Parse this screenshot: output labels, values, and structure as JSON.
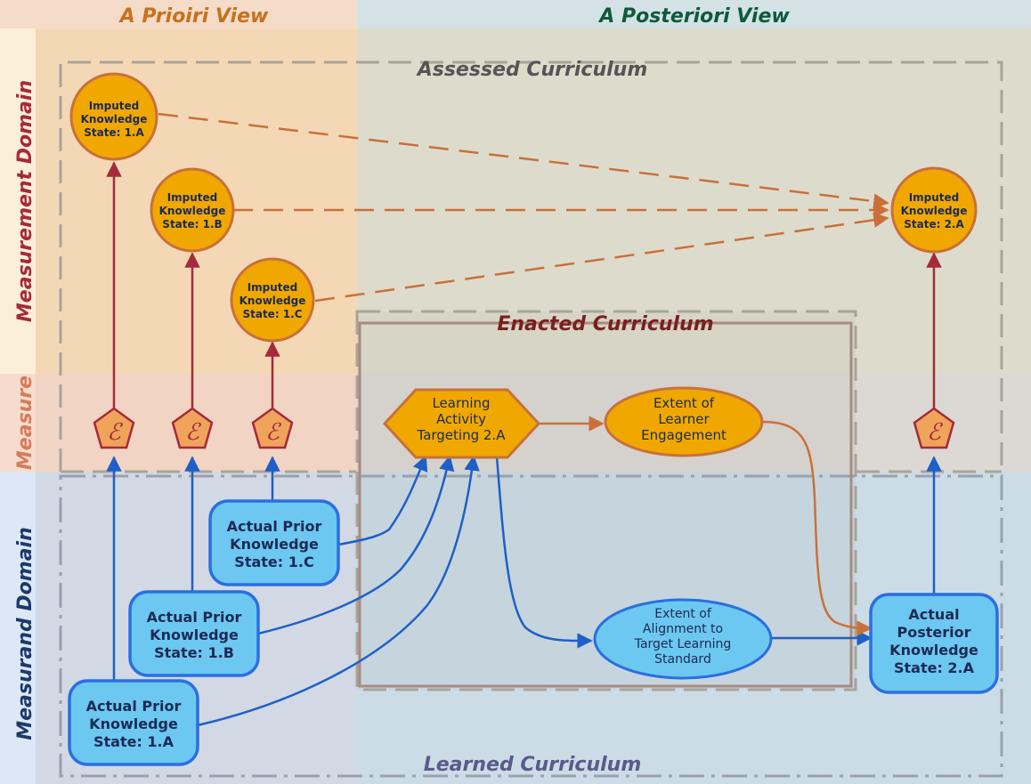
{
  "colors": {
    "apriori_bg": "#f5dcc8",
    "aposteriori_bg": "#d4e2e6",
    "measurement_band": "#f3d6a8",
    "measure_band": "#efcfc0",
    "measurand_band": "#c5d8ee",
    "orange_node": "#f0a800",
    "orange_border": "#c9703a",
    "blue_node": "#6cc8f0",
    "blue_border": "#2a6fe0",
    "red_arrow": "#a52a3a",
    "dashed_arrow": "#c9703a",
    "blue_arrow": "#1e5fc8",
    "pentagon_fill": "#f0a35a"
  },
  "headers": {
    "apriori": "A Prioiri View",
    "aposteriori": "A Posteriori View"
  },
  "side_labels": {
    "measurement": "Measurement Domain",
    "measure": "Measure",
    "measurand": "Measurand Domain"
  },
  "regions": {
    "assessed": "Assessed Curriculum",
    "enacted": "Enacted Curriculum",
    "learned": "Learned Curriculum"
  },
  "imputed": {
    "a1": [
      "Imputed",
      "Knowledge",
      "State: 1.A"
    ],
    "b1": [
      "Imputed",
      "Knowledge",
      "State: 1.B"
    ],
    "c1": [
      "Imputed",
      "Knowledge",
      "State: 1.C"
    ],
    "a2": [
      "Imputed",
      "Knowledge",
      "State: 2.A"
    ]
  },
  "measure_symbol": "ℰ",
  "actual": {
    "a1": [
      "Actual Prior",
      "Knowledge",
      "State:  1.A"
    ],
    "b1": [
      "Actual Prior",
      "Knowledge",
      "State:  1.B"
    ],
    "c1": [
      "Actual Prior",
      "Knowledge",
      "State:  1.C"
    ],
    "a2": [
      "Actual",
      "Posterior",
      "Knowledge",
      "State:  2.A"
    ]
  },
  "activity": [
    "Learning",
    "Activity",
    "Targeting 2.A"
  ],
  "engagement": [
    "Extent of",
    "Learner",
    "Engagement"
  ],
  "alignment": [
    "Extent of",
    "Alignment to",
    "Target Learning",
    "Standard"
  ]
}
